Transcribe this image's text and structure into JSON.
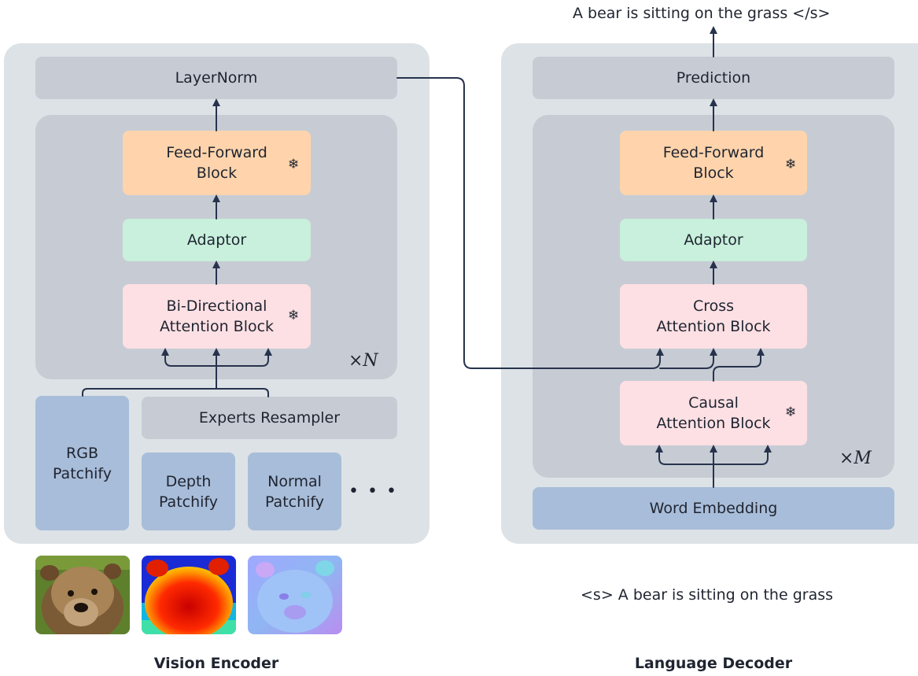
{
  "output_text": "A bear is sitting on the grass  </s>",
  "input_text": "<s> A bear is sitting on the grass",
  "encoder": {
    "caption": "Vision Encoder",
    "layernorm": "LayerNorm",
    "ffn": [
      "Feed-Forward",
      "Block"
    ],
    "adaptor": "Adaptor",
    "attention": [
      "Bi-Directional",
      "Attention Block"
    ],
    "repeat": "×N",
    "rgb": [
      "RGB",
      "Patchify"
    ],
    "resampler": "Experts Resampler",
    "depth": [
      "Depth",
      "Patchify"
    ],
    "normal": [
      "Normal",
      "Patchify"
    ],
    "ellipsis": "• • •"
  },
  "decoder": {
    "caption": "Language Decoder",
    "prediction": "Prediction",
    "ffn": [
      "Feed-Forward",
      "Block"
    ],
    "adaptor": "Adaptor",
    "cross": [
      "Cross",
      "Attention Block"
    ],
    "causal": [
      "Causal",
      "Attention Block"
    ],
    "repeat": "×M",
    "embedding": "Word Embedding"
  },
  "frozen_symbol": "❄",
  "colors": {
    "panel": "#dde2e6",
    "inner": "#c7ccd4",
    "ffn": "#ffd4ac",
    "adaptor": "#c8f0dc",
    "attention": "#fde0e4",
    "patchify": "#a8bdd9",
    "arrow": "#27334d"
  }
}
